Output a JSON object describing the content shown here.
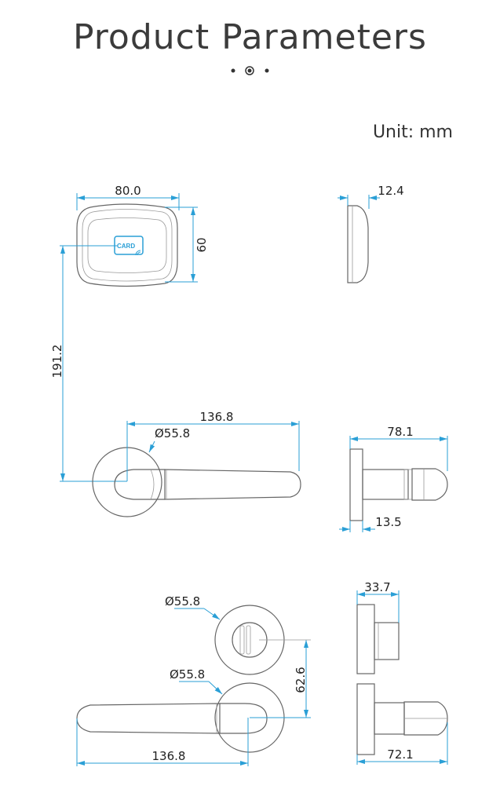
{
  "header": {
    "title": "Product Parameters",
    "unit": "Unit: mm"
  },
  "card_reader": {
    "badge": "CARD",
    "width": "80.0",
    "height": "60",
    "depth": "12.4"
  },
  "handle_front": {
    "offset": "191.2",
    "length": "136.8",
    "rosette_diameter": "Ø55.8"
  },
  "handle_side": {
    "projection": "78.1",
    "plate": "13.5"
  },
  "bottom_set": {
    "thumbturn_diameter": "Ø55.8",
    "handle_diameter": "Ø55.8",
    "spacing": "62.6",
    "length": "136.8",
    "thumbturn_projection": "33.7",
    "handle_projection": "72.1"
  },
  "colors": {
    "dimension": "#2a9fd6",
    "outline": "#666666",
    "title": "#3b3b3b"
  }
}
